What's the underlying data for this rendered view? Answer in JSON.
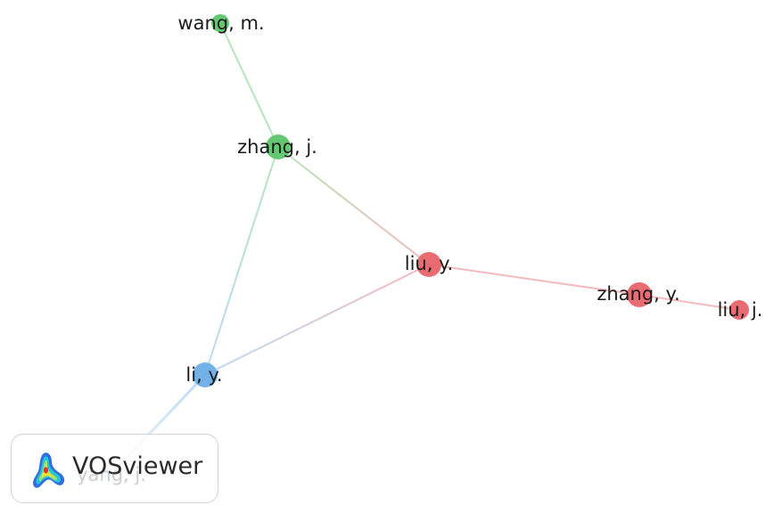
{
  "network": {
    "nodes": [
      {
        "id": "wang_m",
        "label": "wang, m.",
        "cluster": "green"
      },
      {
        "id": "zhang_j",
        "label": "zhang, j.",
        "cluster": "green"
      },
      {
        "id": "liu_y",
        "label": "liu, y.",
        "cluster": "red"
      },
      {
        "id": "zhang_y",
        "label": "zhang, y.",
        "cluster": "red"
      },
      {
        "id": "liu_j",
        "label": "liu, j.",
        "cluster": "red"
      },
      {
        "id": "li_y",
        "label": "li, y.",
        "cluster": "blue"
      },
      {
        "id": "yang_j",
        "label": "yang, j.",
        "cluster": "faded"
      }
    ],
    "links": [
      {
        "source": "wang_m",
        "target": "zhang_j"
      },
      {
        "source": "zhang_j",
        "target": "liu_y"
      },
      {
        "source": "zhang_j",
        "target": "li_y"
      },
      {
        "source": "liu_y",
        "target": "zhang_y"
      },
      {
        "source": "zhang_y",
        "target": "liu_j"
      },
      {
        "source": "liu_y",
        "target": "li_y"
      },
      {
        "source": "li_y",
        "target": "yang_j"
      }
    ],
    "cluster_colors": {
      "green": "#5cc56a",
      "red": "#e8646b",
      "blue": "#6aaee8",
      "faded": "#d8e6f4"
    }
  },
  "brand": {
    "name": "VOSviewer",
    "logo_icon": "vosviewer-logo-icon"
  }
}
